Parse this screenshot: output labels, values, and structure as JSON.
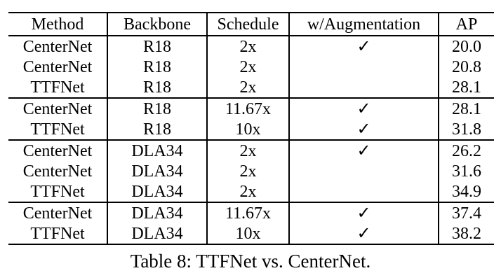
{
  "page": {
    "background_color": "#ffffff",
    "text_color": "#000000",
    "rule_color": "#000000"
  },
  "table": {
    "columns": [
      "Method",
      "Backbone",
      "Schedule",
      "w/Augmentation",
      "AP"
    ],
    "checkmark_glyph": "✓",
    "rows": [
      {
        "method": "CenterNet",
        "backbone": "R18",
        "schedule": "2x",
        "augmentation": "✓",
        "ap": "20.0"
      },
      {
        "method": "CenterNet",
        "backbone": "R18",
        "schedule": "2x",
        "augmentation": "",
        "ap": "20.8"
      },
      {
        "method": "TTFNet",
        "backbone": "R18",
        "schedule": "2x",
        "augmentation": "",
        "ap": "28.1"
      },
      {
        "method": "CenterNet",
        "backbone": "R18",
        "schedule": "11.67x",
        "augmentation": "✓",
        "ap": "28.1"
      },
      {
        "method": "TTFNet",
        "backbone": "R18",
        "schedule": "10x",
        "augmentation": "✓",
        "ap": "31.8"
      },
      {
        "method": "CenterNet",
        "backbone": "DLA34",
        "schedule": "2x",
        "augmentation": "✓",
        "ap": "26.2"
      },
      {
        "method": "CenterNet",
        "backbone": "DLA34",
        "schedule": "2x",
        "augmentation": "",
        "ap": "31.6"
      },
      {
        "method": "TTFNet",
        "backbone": "DLA34",
        "schedule": "2x",
        "augmentation": "",
        "ap": "34.9"
      },
      {
        "method": "CenterNet",
        "backbone": "DLA34",
        "schedule": "11.67x",
        "augmentation": "✓",
        "ap": "37.4"
      },
      {
        "method": "TTFNet",
        "backbone": "DLA34",
        "schedule": "10x",
        "augmentation": "✓",
        "ap": "38.2"
      }
    ]
  },
  "caption": "Table 8: TTFNet vs. CenterNet."
}
